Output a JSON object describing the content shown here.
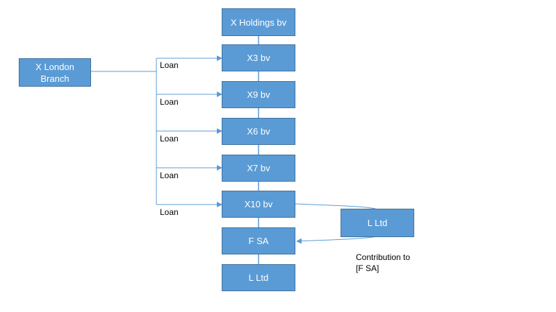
{
  "nodes": {
    "x_holdings": "X Holdings bv",
    "x3": "X3 bv",
    "x9": "X9 bv",
    "x6": "X6 bv",
    "x7": "X7 bv",
    "x10": "X10 bv",
    "f_sa": "F SA",
    "l_ltd_bottom": "L Ltd",
    "x_london": "X London\nBranch",
    "l_ltd_side": "L Ltd"
  },
  "edge_labels": {
    "loan_x3": "Loan",
    "loan_x9": "Loan",
    "loan_x6": "Loan",
    "loan_x7": "Loan",
    "loan_x10": "Loan",
    "contribution": "Contribution to\n[F SA]"
  },
  "colors": {
    "box_fill": "#5b9bd5",
    "box_border": "#41719c",
    "connector": "#5b9bd5",
    "box_text": "#ffffff",
    "label_text": "#000000"
  }
}
